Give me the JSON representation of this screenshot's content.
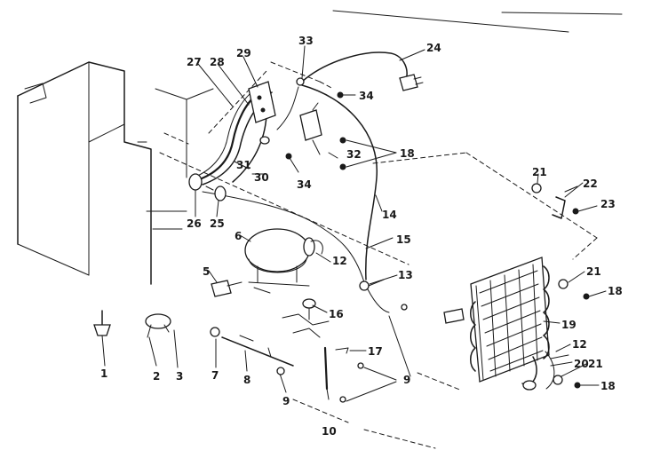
{
  "diagram": {
    "callouts": [
      {
        "id": "c1",
        "text": "1"
      },
      {
        "id": "c2",
        "text": "2"
      },
      {
        "id": "c3",
        "text": "3"
      },
      {
        "id": "c5",
        "text": "5"
      },
      {
        "id": "c6",
        "text": "6"
      },
      {
        "id": "c7",
        "text": "7"
      },
      {
        "id": "c8",
        "text": "8"
      },
      {
        "id": "c9a",
        "text": "9"
      },
      {
        "id": "c9b",
        "text": "9"
      },
      {
        "id": "c10",
        "text": "10"
      },
      {
        "id": "c12a",
        "text": "12"
      },
      {
        "id": "c12b",
        "text": "12"
      },
      {
        "id": "c13",
        "text": "13"
      },
      {
        "id": "c14",
        "text": "14"
      },
      {
        "id": "c15",
        "text": "15"
      },
      {
        "id": "c16",
        "text": "16"
      },
      {
        "id": "c17",
        "text": "17"
      },
      {
        "id": "c18a",
        "text": "18"
      },
      {
        "id": "c18b",
        "text": "18"
      },
      {
        "id": "c18c",
        "text": "18"
      },
      {
        "id": "c19",
        "text": "19"
      },
      {
        "id": "c20",
        "text": "20"
      },
      {
        "id": "c21a",
        "text": "21"
      },
      {
        "id": "c21b",
        "text": "21"
      },
      {
        "id": "c21c",
        "text": "21"
      },
      {
        "id": "c22",
        "text": "22"
      },
      {
        "id": "c23",
        "text": "23"
      },
      {
        "id": "c24",
        "text": "24"
      },
      {
        "id": "c25",
        "text": "25"
      },
      {
        "id": "c26",
        "text": "26"
      },
      {
        "id": "c27",
        "text": "27"
      },
      {
        "id": "c28",
        "text": "28"
      },
      {
        "id": "c29",
        "text": "29"
      },
      {
        "id": "c30",
        "text": "30"
      },
      {
        "id": "c31",
        "text": "31"
      },
      {
        "id": "c32",
        "text": "32"
      },
      {
        "id": "c33",
        "text": "33"
      },
      {
        "id": "c34a",
        "text": "34"
      },
      {
        "id": "c34b",
        "text": "34"
      }
    ]
  }
}
